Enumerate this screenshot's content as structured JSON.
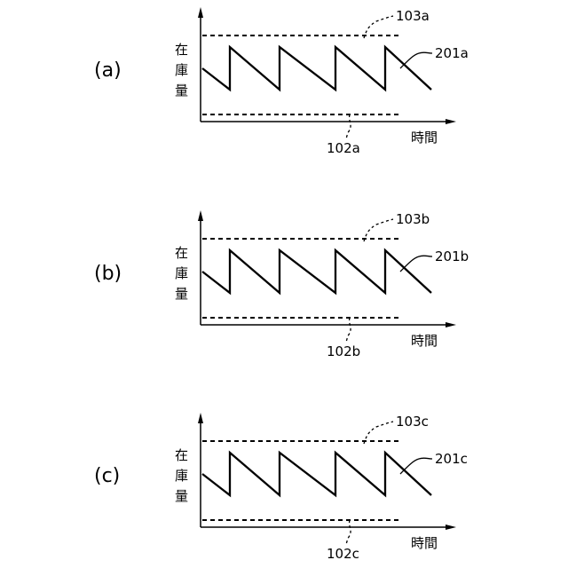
{
  "figure": {
    "panels": [
      {
        "label": "(a)",
        "y_axis_chars": [
          "在",
          "庫",
          "量"
        ],
        "x_axis_label": "時間",
        "upper_limit_ref": "103a",
        "lower_limit_ref": "102a",
        "curve_ref": "201a"
      },
      {
        "label": "(b)",
        "y_axis_chars": [
          "在",
          "庫",
          "量"
        ],
        "x_axis_label": "時間",
        "upper_limit_ref": "103b",
        "lower_limit_ref": "102b",
        "curve_ref": "201b"
      },
      {
        "label": "(c)",
        "y_axis_chars": [
          "在",
          "庫",
          "量"
        ],
        "x_axis_label": "時間",
        "upper_limit_ref": "103c",
        "lower_limit_ref": "102c",
        "curve_ref": "201c"
      }
    ]
  }
}
